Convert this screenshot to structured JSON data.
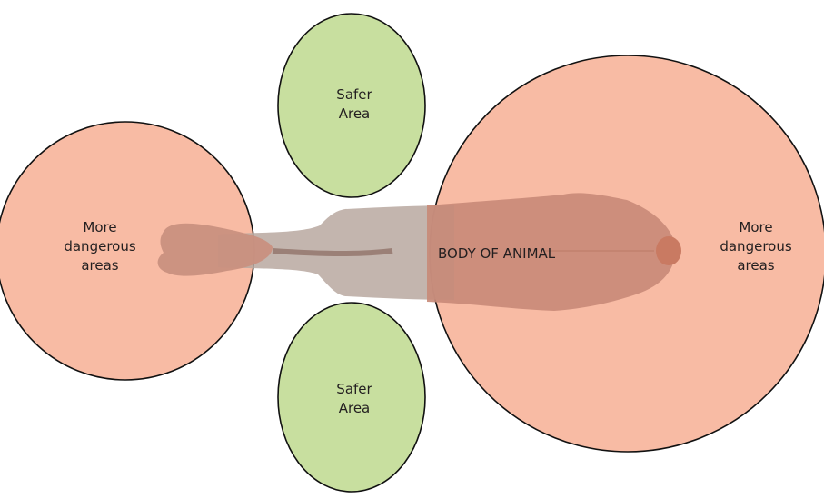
{
  "zones": {
    "top_safe": {
      "label": "Safer\nArea",
      "color": "#c8df9f"
    },
    "bottom_safe": {
      "label": "Safer\nArea",
      "color": "#c8df9f"
    },
    "left_danger": {
      "label": "More\ndangerous\nareas",
      "color": "#f8bba4"
    },
    "right_danger": {
      "label": "More\ndangerous\nareas",
      "color": "#f8bba4"
    }
  },
  "animal": {
    "label": "BODY OF ANIMAL",
    "body_color": "#b8a8a0",
    "overlap_color": "#d08c7b"
  }
}
